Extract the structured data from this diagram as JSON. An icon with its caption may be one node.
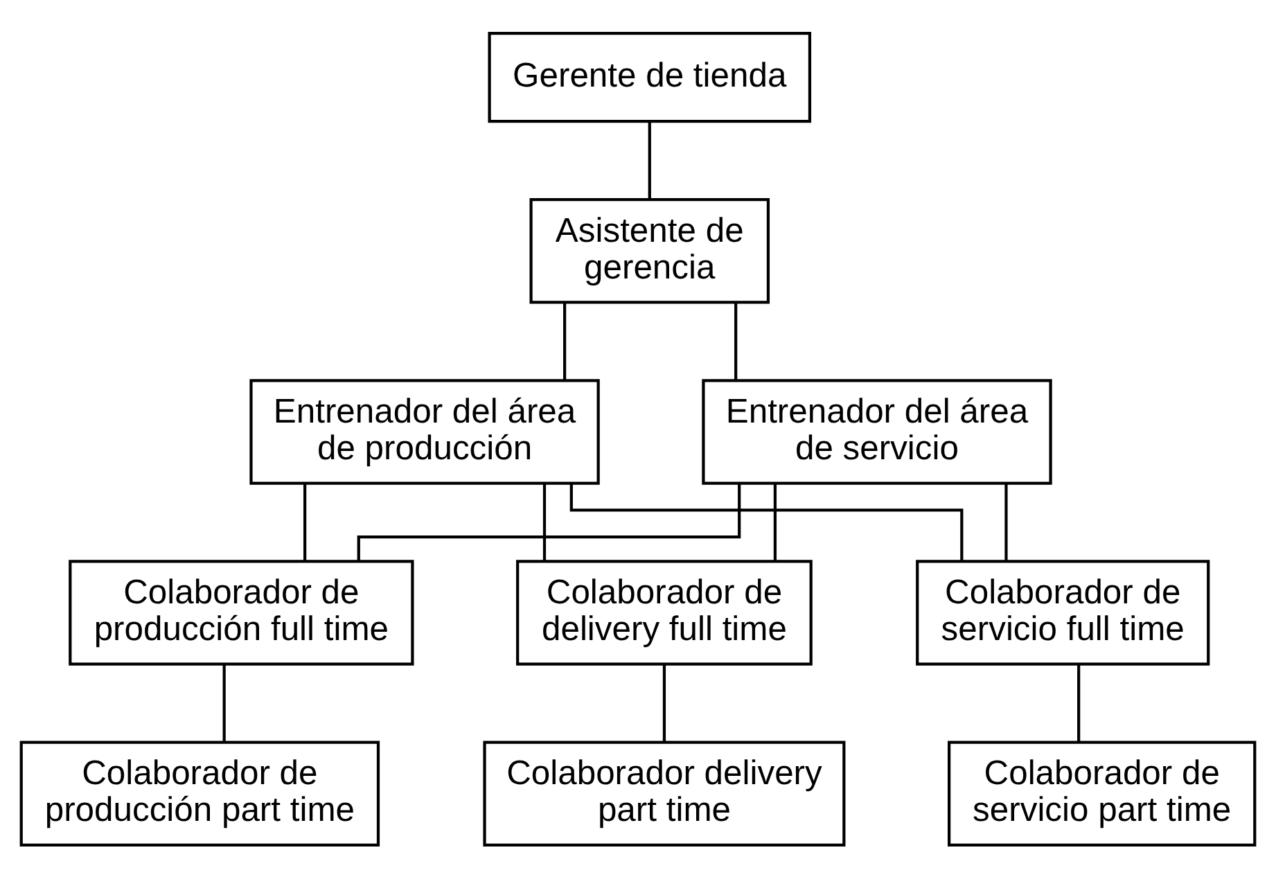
{
  "diagram": {
    "nodes": [
      {
        "text": [
          "Gerente de tienda"
        ]
      },
      {
        "text": [
          "Asistente de gerencia"
        ]
      },
      {
        "text": [
          "Entrenador del área de producción"
        ]
      },
      {
        "text": [
          "Entrenador del área de servicio"
        ]
      },
      {
        "text": [
          "Colaborador de producción full time"
        ]
      },
      {
        "text": [
          "Colaborador de delivery full time"
        ]
      },
      {
        "text": [
          "Colaborador de servicio full time"
        ]
      },
      {
        "text": [
          "Colaborador de producción part time"
        ]
      },
      {
        "text": [
          "Colaborador delivery part time"
        ]
      },
      {
        "text": [
          "Colaborador de servicio part time"
        ]
      }
    ],
    "edges": [
      {
        "from": 0,
        "to": 1,
        "arrow": "none"
      },
      {
        "from": 1,
        "to": 2,
        "arrow": "none"
      },
      {
        "from": 1,
        "to": 3,
        "arrow": "none"
      },
      {
        "from": 2,
        "to": 4,
        "arrow": "none"
      },
      {
        "from": 2,
        "to": 5,
        "arrow": "none"
      },
      {
        "from": 2,
        "to": 6,
        "arrow": "none"
      },
      {
        "from": 3,
        "to": 4,
        "arrow": "none"
      },
      {
        "from": 3,
        "to": 5,
        "arrow": "none"
      },
      {
        "from": 3,
        "to": 6,
        "arrow": "none"
      },
      {
        "from": 4,
        "to": 7,
        "arrow": "none"
      },
      {
        "from": 5,
        "to": 8,
        "arrow": "none"
      },
      {
        "from": 6,
        "to": 9,
        "arrow": "none"
      }
    ]
  }
}
